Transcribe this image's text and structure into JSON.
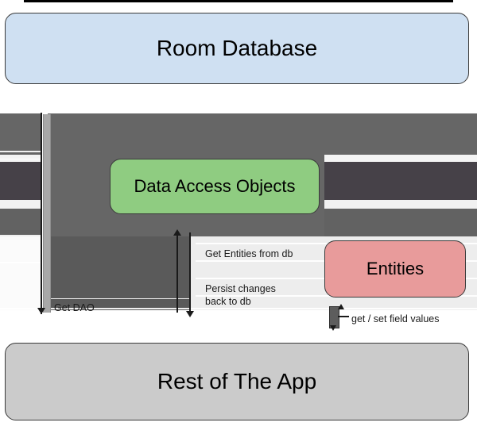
{
  "diagram": {
    "type": "architecture-sequence-diagram",
    "title_visible": false,
    "background": "#ffffff",
    "components": [
      {
        "id": "room-database",
        "label": "Room Database",
        "fill": "#cfe0f2",
        "stroke": "#3a3a3a",
        "role": "top-layer"
      },
      {
        "id": "data-access-objects",
        "label": "Data Access Objects",
        "fill": "#8fcc81",
        "stroke": "#3a3a3a",
        "role": "middle-layer"
      },
      {
        "id": "entities",
        "label": "Entities",
        "fill": "#e89b9b",
        "stroke": "#3a3a3a",
        "role": "middle-layer"
      },
      {
        "id": "rest-of-the-app",
        "label": "Rest of The App",
        "fill": "#cbcbcb",
        "stroke": "#3a3a3a",
        "role": "bottom-layer"
      }
    ],
    "annotations": [
      {
        "id": "get-dao",
        "label": "Get DAO",
        "direction": "down"
      },
      {
        "id": "get-entities-from-db",
        "label": "Get Entities from db",
        "direction": "up"
      },
      {
        "id": "persist-changes",
        "label": "Persist changes\nback to db",
        "direction": "down"
      },
      {
        "id": "get-set-field-values",
        "label": "get / set field values",
        "direction": "bidirectional"
      }
    ],
    "colors": {
      "room_database": "#cfe0f2",
      "data_access_objects": "#8fcc81",
      "entities": "#e89b9b",
      "rest_of_the_app": "#cbcbcb",
      "slab_gray": "#666666",
      "stripe_dark_gray": "#464148",
      "panel_light_gray": "#ededed",
      "lifeline_bar": "#a8a8a8",
      "line_black": "#1a1a1a"
    }
  }
}
